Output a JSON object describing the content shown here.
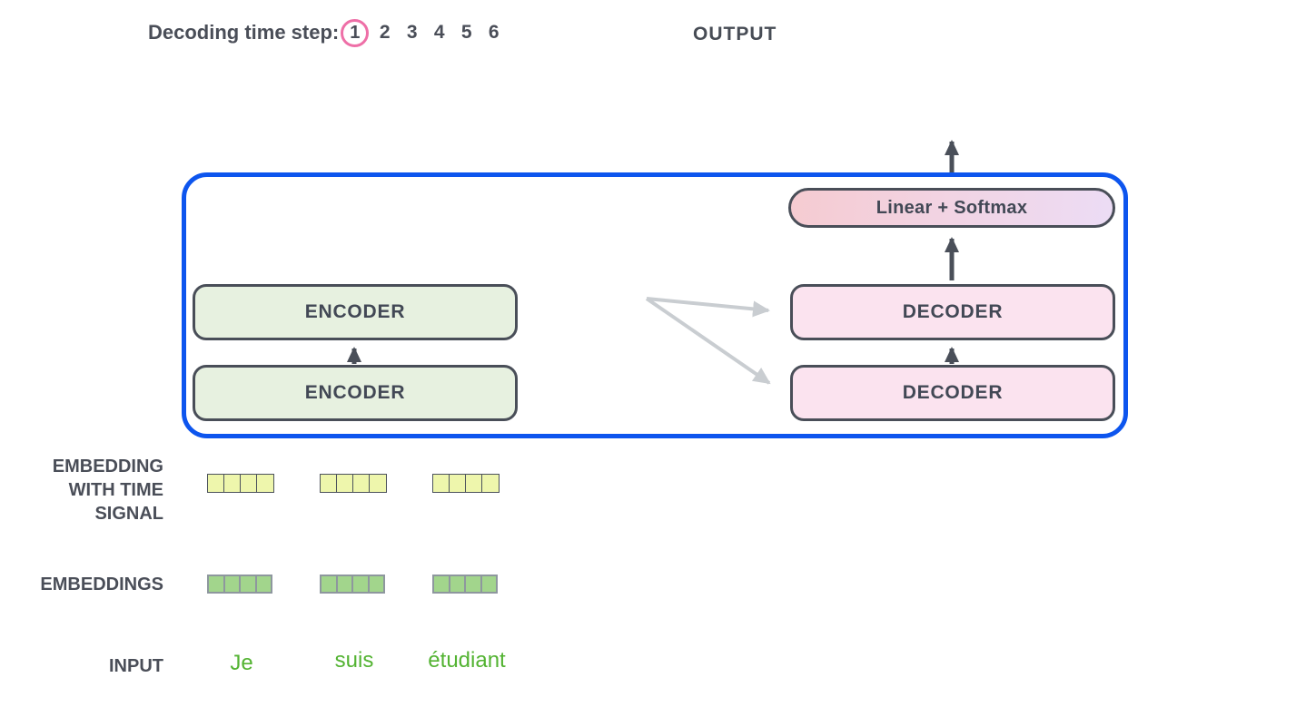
{
  "header": {
    "decoding_label": "Decoding time step:",
    "steps": [
      "1",
      "2",
      "3",
      "4",
      "5",
      "6"
    ],
    "active_step": "1",
    "output_label": "OUTPUT"
  },
  "model": {
    "encoder_top": "ENCODER",
    "encoder_bottom": "ENCODER",
    "decoder_top": "DECODER",
    "decoder_bottom": "DECODER",
    "linear_softmax": "Linear + Softmax"
  },
  "rows": {
    "embedding_time_lines": [
      "EMBEDDING",
      "WITH TIME",
      "SIGNAL"
    ],
    "embeddings_label": "EMBEDDINGS",
    "input_label": "INPUT",
    "tokens": [
      "Je",
      "suis",
      "étudiant"
    ],
    "cells_per_token": 4
  },
  "colors": {
    "frame_blue": "#0d55ee",
    "step_circle_pink": "#ee6fa7",
    "encoder_fill": "#e7f1e0",
    "decoder_fill": "#fbe3ef",
    "softmax_gradient_left": "#f5cbd1",
    "softmax_gradient_right": "#ecdcf5",
    "embedding_cell_yellow": "#eef6ac",
    "embedding_cell_green": "#a2d58c",
    "input_token_green": "#53b332",
    "dark_text": "#4a4e58",
    "arrow_dark": "#4a4f59",
    "arrow_gray": "#c9cdd1"
  }
}
